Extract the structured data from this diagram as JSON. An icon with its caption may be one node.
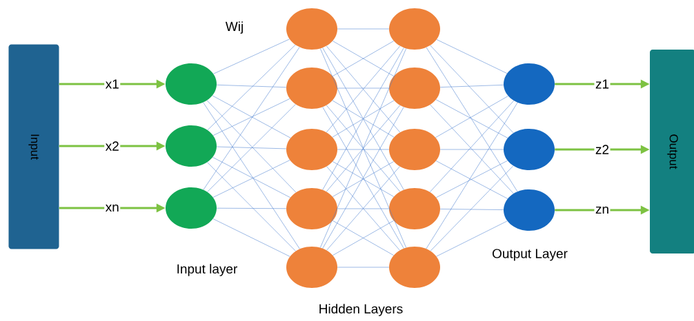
{
  "diagram": {
    "nodes": [
      {
        "text": [
          "Input"
        ]
      },
      {
        "text": [],
        "shape": "circle"
      },
      {
        "text": [],
        "shape": "circle"
      },
      {
        "text": [],
        "shape": "circle"
      },
      {
        "text": [],
        "shape": "circle"
      },
      {
        "text": [],
        "shape": "circle"
      },
      {
        "text": [],
        "shape": "circle"
      },
      {
        "text": [],
        "shape": "circle"
      },
      {
        "text": [],
        "shape": "circle"
      },
      {
        "text": [],
        "shape": "circle"
      },
      {
        "text": [],
        "shape": "circle"
      },
      {
        "text": [],
        "shape": "circle"
      },
      {
        "text": [],
        "shape": "circle"
      },
      {
        "text": [],
        "shape": "circle"
      },
      {
        "text": [],
        "shape": "circle"
      },
      {
        "text": [],
        "shape": "circle"
      },
      {
        "text": [],
        "shape": "circle"
      },
      {
        "text": [
          "Output"
        ]
      }
    ],
    "edges": [
      {
        "from": 0,
        "to": 1,
        "arrow": "to",
        "label": "x1",
        "style": "thick",
        "color": "#7dc242"
      },
      {
        "from": 0,
        "to": 2,
        "arrow": "to",
        "label": "x2",
        "style": "thick",
        "color": "#7dc242"
      },
      {
        "from": 0,
        "to": 3,
        "arrow": "to",
        "label": "xn",
        "style": "thick",
        "color": "#7dc242"
      },
      {
        "from": 1,
        "to": 4,
        "arrow": "none"
      },
      {
        "from": 1,
        "to": 5,
        "arrow": "none"
      },
      {
        "from": 1,
        "to": 6,
        "arrow": "none"
      },
      {
        "from": 1,
        "to": 7,
        "arrow": "none"
      },
      {
        "from": 1,
        "to": 8,
        "arrow": "none"
      },
      {
        "from": 2,
        "to": 4,
        "arrow": "none"
      },
      {
        "from": 2,
        "to": 5,
        "arrow": "none"
      },
      {
        "from": 2,
        "to": 6,
        "arrow": "none"
      },
      {
        "from": 2,
        "to": 7,
        "arrow": "none"
      },
      {
        "from": 2,
        "to": 8,
        "arrow": "none"
      },
      {
        "from": 3,
        "to": 4,
        "arrow": "none"
      },
      {
        "from": 3,
        "to": 5,
        "arrow": "none"
      },
      {
        "from": 3,
        "to": 6,
        "arrow": "none"
      },
      {
        "from": 3,
        "to": 7,
        "arrow": "none"
      },
      {
        "from": 3,
        "to": 8,
        "arrow": "none"
      },
      {
        "from": 4,
        "to": 9,
        "arrow": "none"
      },
      {
        "from": 4,
        "to": 10,
        "arrow": "none"
      },
      {
        "from": 4,
        "to": 11,
        "arrow": "none"
      },
      {
        "from": 4,
        "to": 12,
        "arrow": "none"
      },
      {
        "from": 4,
        "to": 13,
        "arrow": "none"
      },
      {
        "from": 5,
        "to": 9,
        "arrow": "none"
      },
      {
        "from": 5,
        "to": 10,
        "arrow": "none"
      },
      {
        "from": 5,
        "to": 11,
        "arrow": "none"
      },
      {
        "from": 5,
        "to": 12,
        "arrow": "none"
      },
      {
        "from": 5,
        "to": 13,
        "arrow": "none"
      },
      {
        "from": 6,
        "to": 9,
        "arrow": "none"
      },
      {
        "from": 6,
        "to": 10,
        "arrow": "none"
      },
      {
        "from": 6,
        "to": 11,
        "arrow": "none"
      },
      {
        "from": 6,
        "to": 12,
        "arrow": "none"
      },
      {
        "from": 6,
        "to": 13,
        "arrow": "none"
      },
      {
        "from": 7,
        "to": 9,
        "arrow": "none"
      },
      {
        "from": 7,
        "to": 10,
        "arrow": "none"
      },
      {
        "from": 7,
        "to": 11,
        "arrow": "none"
      },
      {
        "from": 7,
        "to": 12,
        "arrow": "none"
      },
      {
        "from": 7,
        "to": 13,
        "arrow": "none"
      },
      {
        "from": 8,
        "to": 9,
        "arrow": "none"
      },
      {
        "from": 8,
        "to": 10,
        "arrow": "none"
      },
      {
        "from": 8,
        "to": 11,
        "arrow": "none"
      },
      {
        "from": 8,
        "to": 12,
        "arrow": "none"
      },
      {
        "from": 8,
        "to": 13,
        "arrow": "none"
      },
      {
        "from": 9,
        "to": 14,
        "arrow": "none"
      },
      {
        "from": 9,
        "to": 15,
        "arrow": "none"
      },
      {
        "from": 9,
        "to": 16,
        "arrow": "none"
      },
      {
        "from": 10,
        "to": 14,
        "arrow": "none"
      },
      {
        "from": 10,
        "to": 15,
        "arrow": "none"
      },
      {
        "from": 10,
        "to": 16,
        "arrow": "none"
      },
      {
        "from": 11,
        "to": 14,
        "arrow": "none"
      },
      {
        "from": 11,
        "to": 15,
        "arrow": "none"
      },
      {
        "from": 11,
        "to": 16,
        "arrow": "none"
      },
      {
        "from": 12,
        "to": 14,
        "arrow": "none"
      },
      {
        "from": 12,
        "to": 15,
        "arrow": "none"
      },
      {
        "from": 12,
        "to": 16,
        "arrow": "none"
      },
      {
        "from": 13,
        "to": 14,
        "arrow": "none"
      },
      {
        "from": 13,
        "to": 15,
        "arrow": "none"
      },
      {
        "from": 13,
        "to": 16,
        "arrow": "none"
      },
      {
        "from": 14,
        "to": 17,
        "arrow": "to",
        "label": "z1",
        "style": "thick",
        "color": "#7dc242"
      },
      {
        "from": 15,
        "to": 17,
        "arrow": "to",
        "label": "z2",
        "style": "thick",
        "color": "#7dc242"
      },
      {
        "from": 16,
        "to": 17,
        "arrow": "to",
        "label": "zn",
        "style": "thick",
        "color": "#7dc242"
      }
    ],
    "labels": [
      "Wij",
      "Input layer",
      "Hidden Layers",
      "Output Layer"
    ]
  }
}
